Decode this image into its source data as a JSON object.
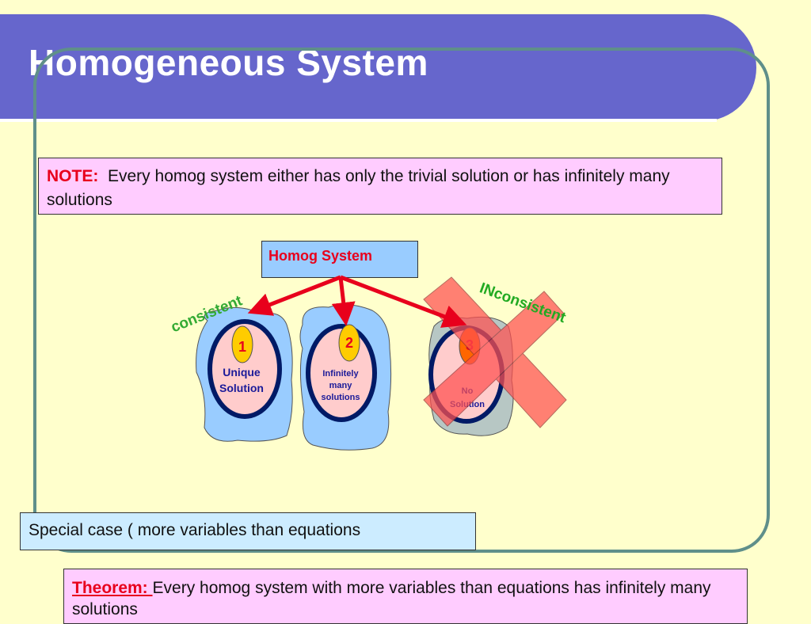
{
  "slide": {
    "title": "Homogeneous System"
  },
  "note": {
    "label": "NOTE:",
    "text": "Every homog system either has only the trivial solution or has infinitely many solutions"
  },
  "diagram": {
    "root_label": "Homog System",
    "consistent_label": "consistent",
    "inconsistent_label": "INconsistent",
    "cases": [
      {
        "number": "1",
        "label_lines": [
          "Unique",
          "Solution"
        ]
      },
      {
        "number": "2",
        "label_lines": [
          "Infinitely",
          "many",
          "solutions"
        ]
      },
      {
        "number": "3",
        "label_lines": [
          "No",
          "Solution"
        ]
      }
    ],
    "colors": {
      "arrow": "#e8001c",
      "blob": "#99ccff",
      "blob_gray": "#b7c7c4",
      "ellipse_fill": "#ffcccc",
      "ellipse_stroke": "#001a66",
      "badge": "#ffcc00",
      "badge3": "#ff6600",
      "cross": "#ff5050",
      "consistent_text": "#33aa33",
      "inconsistent_text": "#22aa22"
    }
  },
  "special_case": {
    "text": "Special case ( more variables than equations"
  },
  "theorem": {
    "label": "Theorem: ",
    "text": "Every homog system with more variables than equations has infinitely many solutions"
  }
}
